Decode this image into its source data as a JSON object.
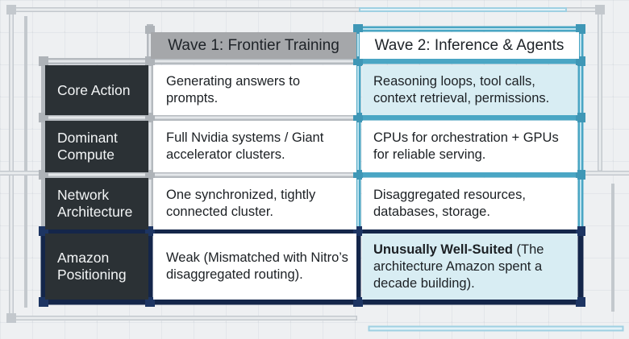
{
  "headers": {
    "wave1": "Wave 1: Frontier Training",
    "wave2": "Wave 2: Inference & Agents"
  },
  "rows": [
    {
      "label": [
        "Core Action"
      ],
      "wave1": [
        "Generating answers to prompts."
      ],
      "wave2": [
        "Reasoning loops, tool calls,",
        "context retrieval, permissions."
      ]
    },
    {
      "label": [
        "Dominant",
        "Compute"
      ],
      "wave1": [
        "Full Nvidia systems / Giant",
        "accelerator clusters."
      ],
      "wave2": [
        "CPUs for orchestration + GPUs",
        "for reliable serving."
      ]
    },
    {
      "label": [
        "Network",
        "Architecture"
      ],
      "wave1": [
        "One synchronized, tightly",
        "connected cluster."
      ],
      "wave2": [
        "Disaggregated resources,",
        "databases, storage."
      ]
    },
    {
      "label": [
        "Amazon",
        "Positioning"
      ],
      "wave1": [
        "Weak (Mismatched with Nitro’s",
        "disaggregated routing)."
      ],
      "wave2_bold": "Unusually Well-Suited",
      "wave2_rest": [
        " (The",
        "architecture Amazon spent a",
        "decade building)."
      ]
    }
  ],
  "colors": {
    "label_bg": "#2b3135",
    "wave1_header_bg": "#a5a7aa",
    "wave2_cell_bg": "#d8edf3",
    "pipe_gray": "#c8ccd0",
    "pipe_teal": "#4aa6c4",
    "pipe_navy": "#14264a"
  }
}
